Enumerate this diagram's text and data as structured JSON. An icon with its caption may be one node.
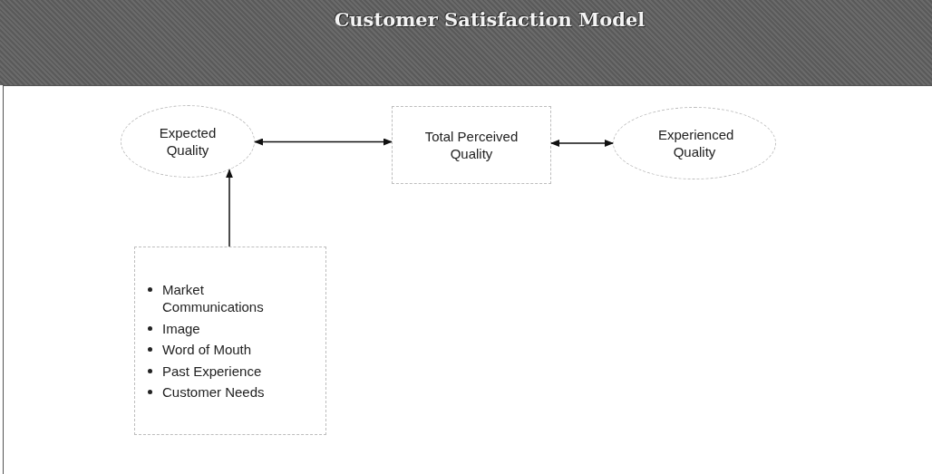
{
  "diagram": {
    "title": "Customer Satisfaction Model",
    "nodes": [
      {
        "text": [
          "Expected Quality"
        ]
      },
      {
        "text": [
          "Total Perceived Quality"
        ]
      },
      {
        "text": [
          "Experienced Quality"
        ]
      },
      {
        "text": [
          "Market Communications",
          "Image",
          "Word of Mouth",
          "Past Experience",
          "Customer Needs"
        ]
      }
    ],
    "edges": [
      {
        "from": 0,
        "to": 1,
        "arrow": "both"
      },
      {
        "from": 1,
        "to": 2,
        "arrow": "both"
      },
      {
        "from": 3,
        "to": 0,
        "arrow": "to"
      }
    ]
  }
}
